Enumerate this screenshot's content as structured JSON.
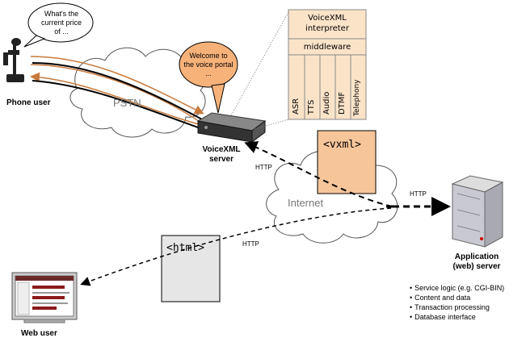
{
  "phone_user": {
    "label": "Phone user",
    "speech": [
      "What's the",
      "current price",
      "of ..."
    ]
  },
  "web_user": {
    "label": "Web user"
  },
  "pstn": {
    "label": "PSTN"
  },
  "internet": {
    "label": "Internet"
  },
  "voice_portal_bubble": {
    "lines": [
      "Welcome to",
      "the voice portal",
      "..."
    ]
  },
  "voicexml_server": {
    "label_line1": "VoiceXML",
    "label_line2": "server"
  },
  "stack": {
    "top": [
      "VoiceXML",
      "interpreter"
    ],
    "middle": "middleware",
    "bottom": [
      "ASR",
      "TTS",
      "Audio",
      "DTMF",
      "Telephony"
    ]
  },
  "documents": {
    "vxml": "<vxml>",
    "html": "<html>"
  },
  "http_labels": [
    "HTTP",
    "HTTP",
    "HTTP"
  ],
  "app_server": {
    "label_line1": "Application",
    "label_line2": "(web) server",
    "bullets": [
      "Service logic (e.g. CGI-BIN)",
      "Content and data",
      "Transaction processing",
      "Database interface"
    ]
  },
  "colors": {
    "call_path": "#c87a3c",
    "vxml_doc": "#f6c59a",
    "stack_bg": "#fbe3c8",
    "bubble": "#f7b27a"
  }
}
